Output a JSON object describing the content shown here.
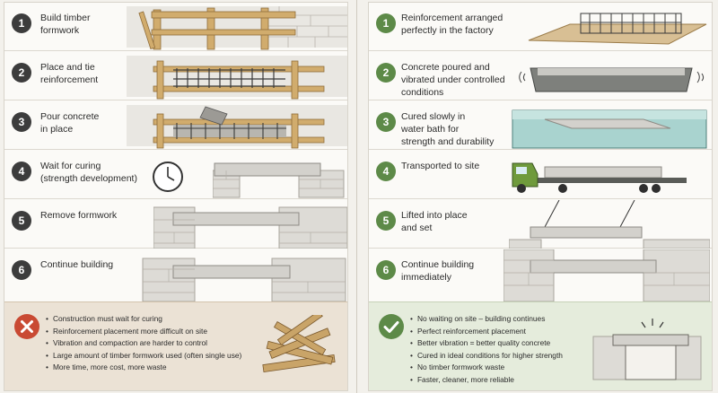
{
  "left": {
    "steps": [
      {
        "number": "1",
        "text": "Build timber\nformwork"
      },
      {
        "number": "2",
        "text": "Place and tie\nreinforcement"
      },
      {
        "number": "3",
        "text": "Pour concrete\nin place"
      },
      {
        "number": "4",
        "text": "Wait for curing\n(strength development)"
      },
      {
        "number": "5",
        "text": "Remove formwork"
      },
      {
        "number": "6",
        "text": "Continue building"
      }
    ],
    "summary": [
      "Construction must wait for curing",
      "Reinforcement placement more difficult on site",
      "Vibration and compaction are harder to control",
      "Large amount of timber formwork used (often single use)",
      "More time, more cost, more waste"
    ]
  },
  "right": {
    "steps": [
      {
        "number": "1",
        "text": "Reinforcement arranged\nperfectly in the factory"
      },
      {
        "number": "2",
        "text": "Concrete poured and\nvibrated under controlled\nconditions"
      },
      {
        "number": "3",
        "text": "Cured slowly in\nwater bath for\nstrength and durability"
      },
      {
        "number": "4",
        "text": "Transported to site"
      },
      {
        "number": "5",
        "text": "Lifted into place\nand set"
      },
      {
        "number": "6",
        "text": "Continue building\nimmediately"
      }
    ],
    "summary": [
      "No waiting on site – building continues",
      "Perfect reinforcement placement",
      "Better vibration = better quality concrete",
      "Cured in ideal conditions for higher strength",
      "No timber formwork waste",
      "Faster, cleaner, more reliable"
    ]
  },
  "colors": {
    "negative": "#c94a33",
    "positive": "#5d8a48",
    "timber": "#c9a468",
    "concrete": "#d3d1cc",
    "water": "#a9d3cf"
  },
  "icons": {
    "negative": "cross-icon",
    "positive": "check-icon",
    "clock": "clock-icon"
  }
}
